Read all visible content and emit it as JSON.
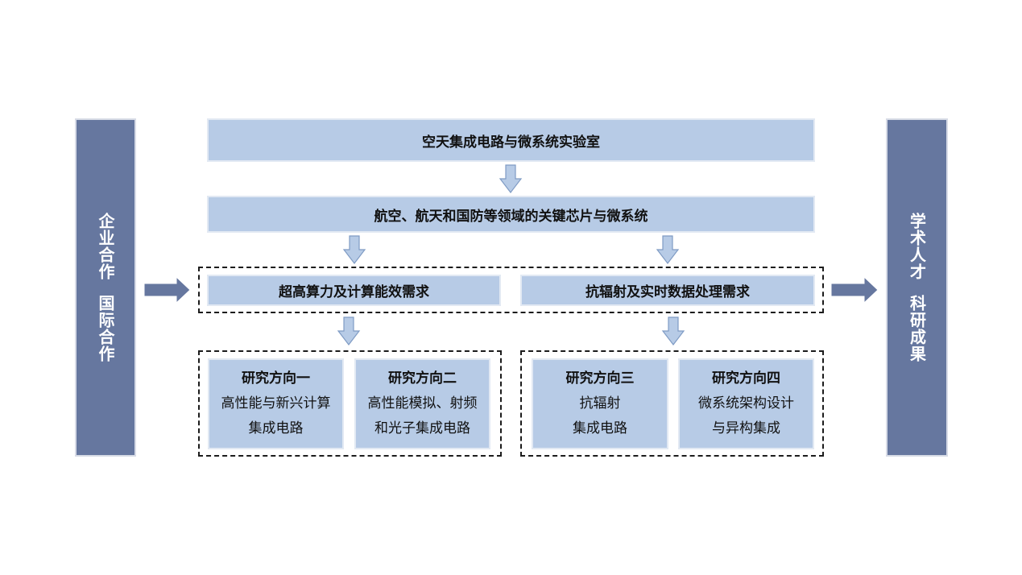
{
  "left_panel": {
    "line1": "企业合作",
    "line2": "国际合作"
  },
  "right_panel": {
    "line1": "学术人才",
    "line2": "科研成果"
  },
  "lab": {
    "title": "空天集成电路与微系统实验室"
  },
  "domain_box": {
    "title": "航空、航天和国防等领域的关键芯片与微系统"
  },
  "needs": {
    "left": "超高算力及计算能效需求",
    "right": "抗辐射及实时数据处理需求"
  },
  "directions": [
    {
      "title": "研究方向一",
      "line1": "高性能与新兴计算",
      "line2": "集成电路"
    },
    {
      "title": "研究方向二",
      "line1": "高性能模拟、射频",
      "line2": "和光子集成电路"
    },
    {
      "title": "研究方向三",
      "line1": "抗辐射",
      "line2": "集成电路"
    },
    {
      "title": "研究方向四",
      "line1": "微系统架构设计",
      "line2": "与异构集成"
    }
  ],
  "colors": {
    "side_panel": "#66779f",
    "box_fill": "#b7cbe6",
    "down_arrow_fill": "#b7cbe6",
    "down_arrow_stroke": "#7f9bc4",
    "side_arrow_fill": "#66779f"
  }
}
